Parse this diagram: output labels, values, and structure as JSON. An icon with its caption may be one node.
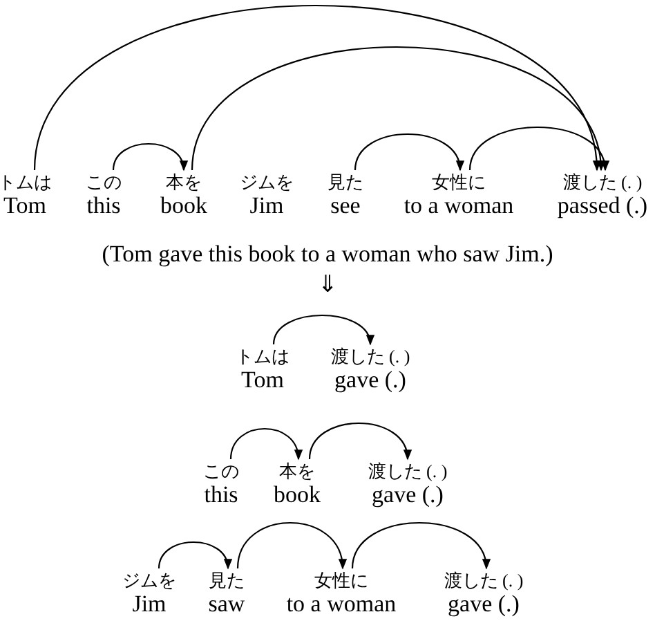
{
  "diagram": {
    "nodes": [
      {
        "text": [
          "トムは",
          "Tom"
        ]
      },
      {
        "text": [
          "この",
          "this"
        ]
      },
      {
        "text": [
          "本を",
          "book"
        ]
      },
      {
        "text": [
          "ジムを",
          "Jim"
        ]
      },
      {
        "text": [
          "見た",
          "see"
        ]
      },
      {
        "text": [
          "女性に",
          "to a woman"
        ]
      },
      {
        "text": [
          "渡した (. )",
          "passed (.)"
        ]
      },
      {
        "text": [
          "トムは",
          "Tom"
        ]
      },
      {
        "text": [
          "渡した (. )",
          "gave (.)"
        ]
      },
      {
        "text": [
          "この",
          "this"
        ]
      },
      {
        "text": [
          "本を",
          "book"
        ]
      },
      {
        "text": [
          "渡した (. )",
          "gave (.)"
        ]
      },
      {
        "text": [
          "ジムを",
          "Jim"
        ]
      },
      {
        "text": [
          "見た",
          "saw"
        ]
      },
      {
        "text": [
          "女性に",
          "to a woman"
        ]
      },
      {
        "text": [
          "渡した (. )",
          "gave (.)"
        ]
      }
    ],
    "edges": [
      {
        "from": 0,
        "to": 6,
        "arrow": "to"
      },
      {
        "from": 1,
        "to": 2,
        "arrow": "to"
      },
      {
        "from": 2,
        "to": 6,
        "arrow": "to"
      },
      {
        "from": 4,
        "to": 5,
        "arrow": "to"
      },
      {
        "from": 5,
        "to": 6,
        "arrow": "to"
      },
      {
        "from": 7,
        "to": 8,
        "arrow": "to"
      },
      {
        "from": 9,
        "to": 10,
        "arrow": "to"
      },
      {
        "from": 10,
        "to": 11,
        "arrow": "to"
      },
      {
        "from": 12,
        "to": 13,
        "arrow": "to"
      },
      {
        "from": 13,
        "to": 14,
        "arrow": "to"
      },
      {
        "from": 14,
        "to": 15,
        "arrow": "to"
      }
    ],
    "labels": [
      "(Tom gave this book to a woman who saw Jim.)",
      "⇓"
    ]
  }
}
